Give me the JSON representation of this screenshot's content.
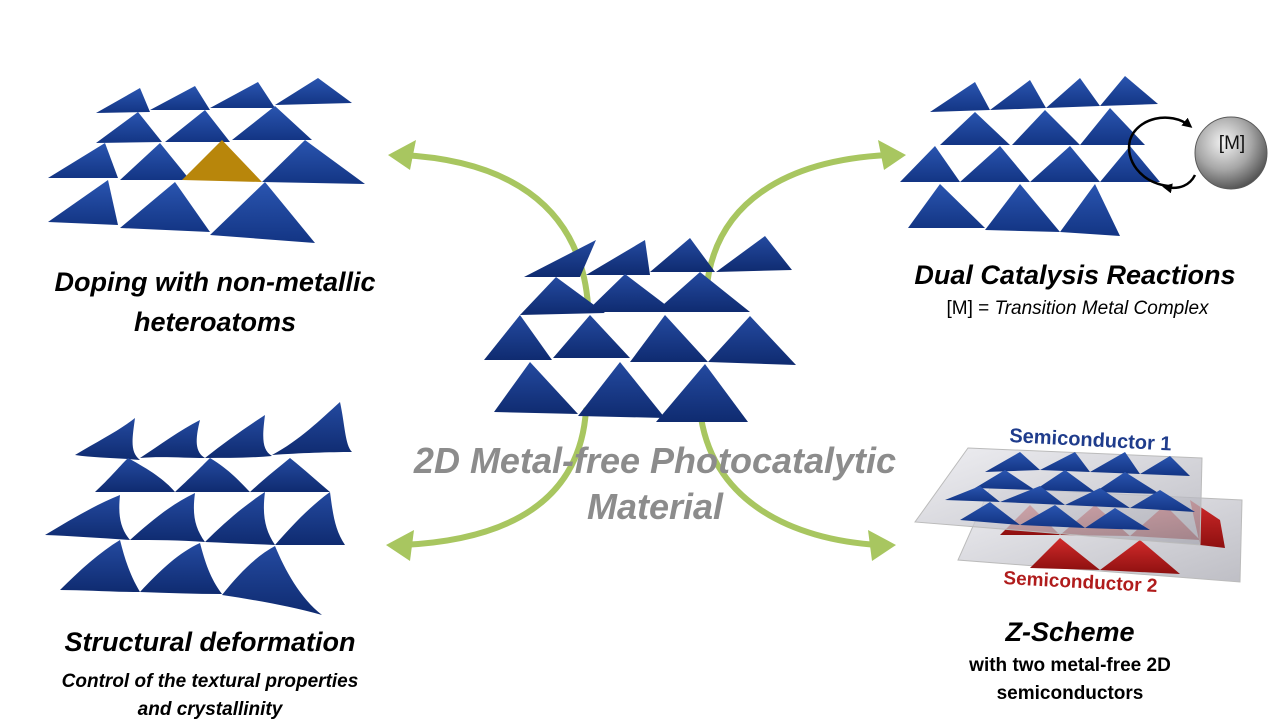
{
  "center": {
    "title_line1": "2D Metal-free Photocatalytic",
    "title_line2": "Material"
  },
  "top_left": {
    "title_line1": "Doping with non-metallic",
    "title_line2": "heteroatoms"
  },
  "top_right": {
    "title": "Dual Catalysis Reactions",
    "metal_label": "[M]",
    "subtitle_prefix": "[M] =",
    "subtitle_italic": "Transition Metal Complex"
  },
  "bottom_left": {
    "title": "Structural deformation",
    "subtitle_line1": "Control of the textural properties",
    "subtitle_line2": "and crystallinity"
  },
  "bottom_right": {
    "title": "Z-Scheme",
    "subtitle_line1": "with two metal-free 2D",
    "subtitle_line2": "semiconductors",
    "layer1_label": "Semiconductor 1",
    "layer2_label": "Semiconductor 2"
  },
  "colors": {
    "blue": "#1b3f8f",
    "dark_blue": "#0f2b6e",
    "orange": "#b8860b",
    "arrow_green": "#a8c660",
    "red": "#b51d1d",
    "gray_text": "#8c8c8c"
  }
}
